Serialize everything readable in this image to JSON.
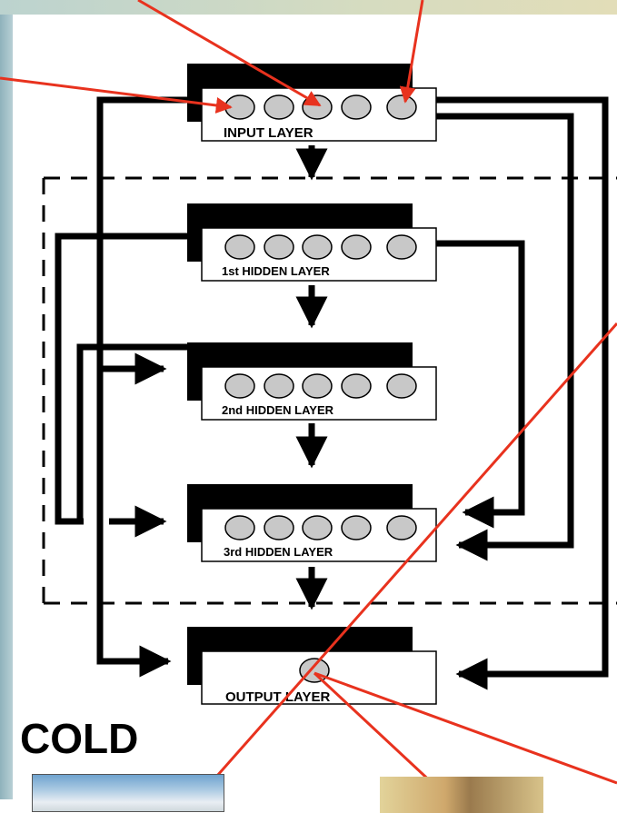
{
  "layers": [
    {
      "label": "INPUT LAYER",
      "nodes": 5
    },
    {
      "label": "1st HIDDEN LAYER",
      "nodes": 5
    },
    {
      "label": "2nd HIDDEN LAYER",
      "nodes": 5
    },
    {
      "label": "3rd HIDDEN LAYER",
      "nodes": 5
    },
    {
      "label": "OUTPUT LAYER",
      "nodes": 1
    }
  ],
  "caption": "COLD",
  "colors": {
    "arrow": "#000000",
    "annotation": "#e8321e",
    "node_fill": "#c8c8c8"
  }
}
